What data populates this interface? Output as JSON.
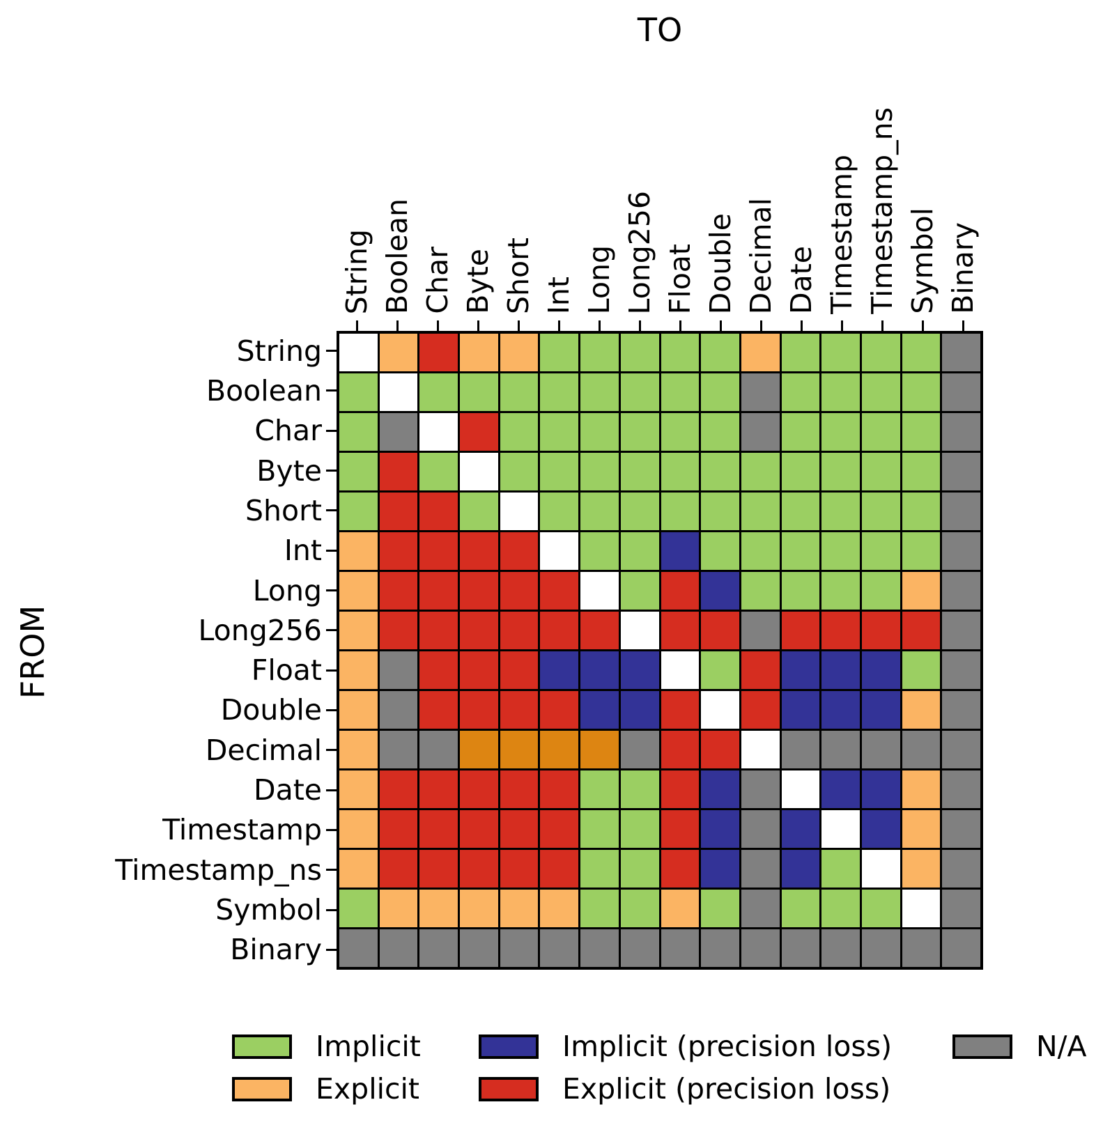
{
  "figure": {
    "top_axis_title": "TO",
    "left_axis_title": "FROM"
  },
  "chart_data": {
    "type": "heatmap",
    "xlabel": "TO",
    "ylabel": "FROM",
    "x_categories": [
      "String",
      "Boolean",
      "Char",
      "Byte",
      "Short",
      "Int",
      "Long",
      "Long256",
      "Float",
      "Double",
      "Decimal",
      "Date",
      "Timestamp",
      "Timestamp_ns",
      "Symbol",
      "Binary"
    ],
    "y_categories": [
      "String",
      "Boolean",
      "Char",
      "Byte",
      "Short",
      "Int",
      "Long",
      "Long256",
      "Float",
      "Double",
      "Decimal",
      "Date",
      "Timestamp",
      "Timestamp_ns",
      "Symbol",
      "Binary"
    ],
    "code_legend": {
      "I": "Implicit",
      "E": "Explicit",
      "E2": "Explicit (darker orange shade, Decimal row)",
      "IP": "Implicit (precision loss)",
      "EP": "Explicit (precision loss)",
      "N": "N/A",
      "S": "blank diagonal (same type)"
    },
    "colors": {
      "I": "#9bcf62",
      "E": "#fbb463",
      "E2": "#dd8512",
      "IP": "#333397",
      "EP": "#d62d20",
      "N": "#808080",
      "S": "#ffffff"
    },
    "matrix": [
      [
        "S",
        "E",
        "EP",
        "E",
        "E",
        "I",
        "I",
        "I",
        "I",
        "I",
        "E",
        "I",
        "I",
        "I",
        "I",
        "N"
      ],
      [
        "I",
        "S",
        "I",
        "I",
        "I",
        "I",
        "I",
        "I",
        "I",
        "I",
        "N",
        "I",
        "I",
        "I",
        "I",
        "N"
      ],
      [
        "I",
        "N",
        "S",
        "EP",
        "I",
        "I",
        "I",
        "I",
        "I",
        "I",
        "N",
        "I",
        "I",
        "I",
        "I",
        "N"
      ],
      [
        "I",
        "EP",
        "I",
        "S",
        "I",
        "I",
        "I",
        "I",
        "I",
        "I",
        "I",
        "I",
        "I",
        "I",
        "I",
        "N"
      ],
      [
        "I",
        "EP",
        "EP",
        "I",
        "S",
        "I",
        "I",
        "I",
        "I",
        "I",
        "I",
        "I",
        "I",
        "I",
        "I",
        "N"
      ],
      [
        "E",
        "EP",
        "EP",
        "EP",
        "EP",
        "S",
        "I",
        "I",
        "IP",
        "I",
        "I",
        "I",
        "I",
        "I",
        "I",
        "N"
      ],
      [
        "E",
        "EP",
        "EP",
        "EP",
        "EP",
        "EP",
        "S",
        "I",
        "EP",
        "IP",
        "I",
        "I",
        "I",
        "I",
        "E",
        "N"
      ],
      [
        "E",
        "EP",
        "EP",
        "EP",
        "EP",
        "EP",
        "EP",
        "S",
        "EP",
        "EP",
        "N",
        "EP",
        "EP",
        "EP",
        "EP",
        "N"
      ],
      [
        "E",
        "N",
        "EP",
        "EP",
        "EP",
        "IP",
        "IP",
        "IP",
        "S",
        "I",
        "EP",
        "IP",
        "IP",
        "IP",
        "I",
        "N"
      ],
      [
        "E",
        "N",
        "EP",
        "EP",
        "EP",
        "EP",
        "IP",
        "IP",
        "EP",
        "S",
        "EP",
        "IP",
        "IP",
        "IP",
        "E",
        "N"
      ],
      [
        "E",
        "N",
        "N",
        "E2",
        "E2",
        "E2",
        "E2",
        "N",
        "EP",
        "EP",
        "S",
        "N",
        "N",
        "N",
        "N",
        "N"
      ],
      [
        "E",
        "EP",
        "EP",
        "EP",
        "EP",
        "EP",
        "I",
        "I",
        "EP",
        "IP",
        "N",
        "S",
        "IP",
        "IP",
        "E",
        "N"
      ],
      [
        "E",
        "EP",
        "EP",
        "EP",
        "EP",
        "EP",
        "I",
        "I",
        "EP",
        "IP",
        "N",
        "IP",
        "S",
        "IP",
        "E",
        "N"
      ],
      [
        "E",
        "EP",
        "EP",
        "EP",
        "EP",
        "EP",
        "I",
        "I",
        "EP",
        "IP",
        "N",
        "IP",
        "I",
        "S",
        "E",
        "N"
      ],
      [
        "I",
        "E",
        "E",
        "E",
        "E",
        "E",
        "I",
        "I",
        "E",
        "I",
        "N",
        "I",
        "I",
        "I",
        "S",
        "N"
      ],
      [
        "N",
        "N",
        "N",
        "N",
        "N",
        "N",
        "N",
        "N",
        "N",
        "N",
        "N",
        "N",
        "N",
        "N",
        "N",
        "N"
      ]
    ],
    "legend": [
      {
        "label": "Implicit",
        "code": "I"
      },
      {
        "label": "Explicit",
        "code": "E"
      },
      {
        "label": "Implicit (precision loss)",
        "code": "IP"
      },
      {
        "label": "Explicit (precision loss)",
        "code": "EP"
      },
      {
        "label": "N/A",
        "code": "N"
      }
    ],
    "legend_position": "bottom",
    "grid": "off"
  }
}
